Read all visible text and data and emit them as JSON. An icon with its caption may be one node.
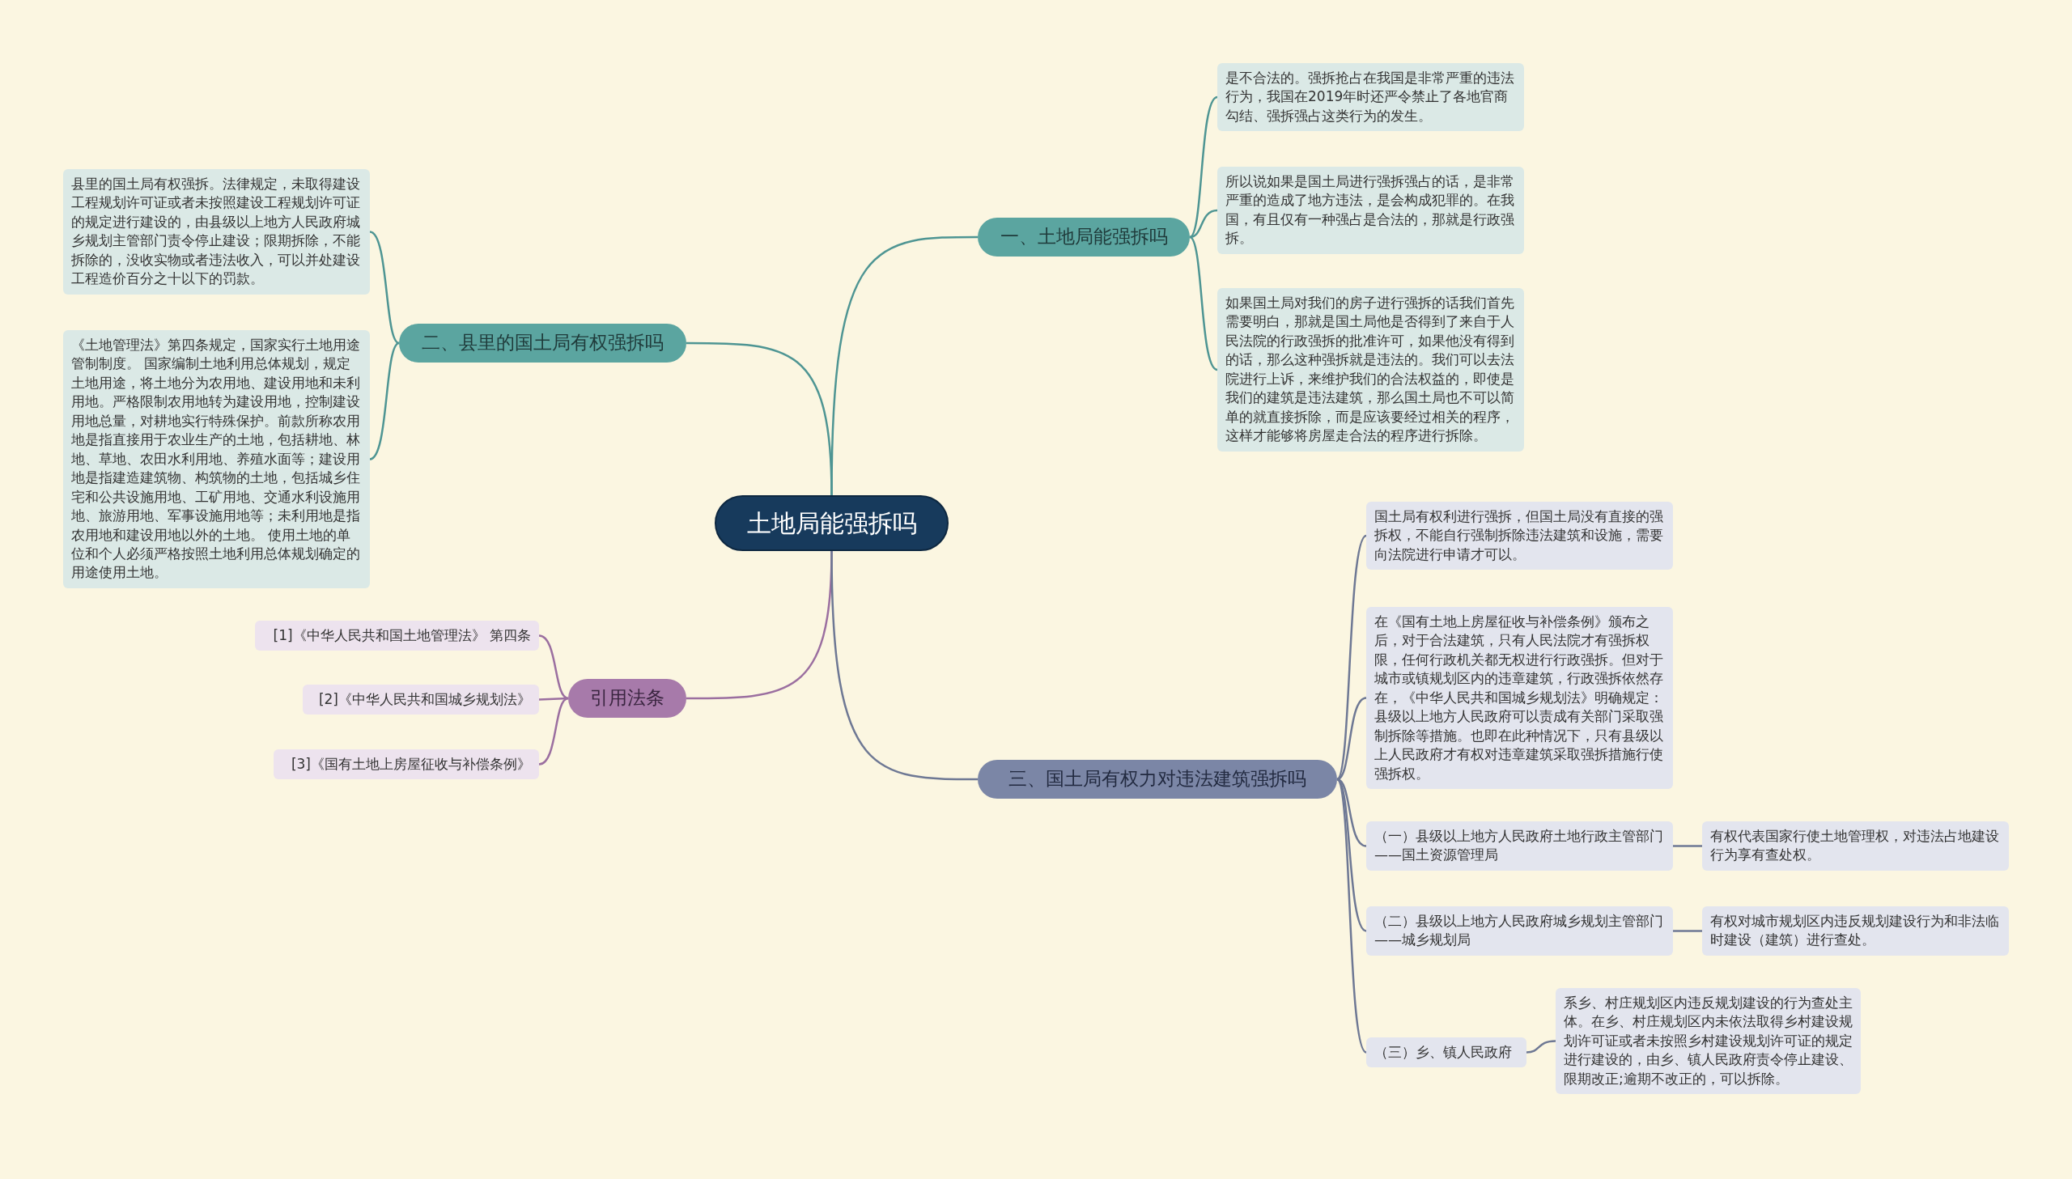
{
  "diagram": {
    "nodes": [
      {
        "text": [
          "土地局能强拆吗"
        ]
      },
      {
        "text": [
          "一、土地局能强拆吗"
        ]
      },
      {
        "text": [
          "是不合法的。强拆抢占在我国是非常严重的违法行为，我国在2019年时还严令禁止了各地官商勾结、强拆强占这类行为的发生。"
        ]
      },
      {
        "text": [
          "所以说如果是国土局进行强拆强占的话，是非常严重的造成了地方违法，是会构成犯罪的。在我国，有且仅有一种强占是合法的，那就是行政强拆。"
        ]
      },
      {
        "text": [
          "如果国土局对我们的房子进行强拆的话我们首先需要明白，那就是国土局他是否得到了来自于人民法院的行政强拆的批准许可，如果他没有得到的话，那么这种强拆就是违法的。我们可以去法院进行上诉，来维护我们的合法权益的，即使是我们的建筑是违法建筑，那么国土局也不可以简单的就直接拆除，而是应该要经过相关的程序，这样才能够将房屋走合法的程序进行拆除。"
        ]
      },
      {
        "text": [
          "二、县里的国土局有权强拆吗"
        ]
      },
      {
        "text": [
          "县里的国土局有权强拆。法律规定，未取得建设工程规划许可证或者未按照建设工程规划许可证的规定进行建设的，由县级以上地方人民政府城乡规划主管部门责令停止建设；限期拆除，不能拆除的，没收实物或者违法收入，可以并处建设工程造价百分之十以下的罚款。"
        ]
      },
      {
        "text": [
          "《土地管理法》第四条规定，国家实行土地用途管制制度。 国家编制土地利用总体规划，规定土地用途，将土地分为农用地、建设用地和未利用地。严格限制农用地转为建设用地，控制建设用地总量，对耕地实行特殊保护。前款所称农用地是指直接用于农业生产的土地，包括耕地、林地、草地、农田水利用地、养殖水面等；建设用地是指建造建筑物、构筑物的土地，包括城乡住宅和公共设施用地、工矿用地、交通水利设施用地、旅游用地、军事设施用地等；未利用地是指农用地和建设用地以外的土地。 使用土地的单位和个人必须严格按照土地利用总体规划确定的用途使用土地。"
        ]
      },
      {
        "text": [
          "引用法条"
        ]
      },
      {
        "text": [
          "[1]《中华人民共和国土地管理法》 第四条"
        ]
      },
      {
        "text": [
          "[2]《中华人民共和国城乡规划法》"
        ]
      },
      {
        "text": [
          "[3]《国有土地上房屋征收与补偿条例》"
        ]
      },
      {
        "text": [
          "三、国土局有权力对违法建筑强拆吗"
        ]
      },
      {
        "text": [
          "国土局有权利进行强拆，但国土局没有直接的强拆权，不能自行强制拆除违法建筑和设施，需要向法院进行申请才可以。"
        ]
      },
      {
        "text": [
          "在《国有土地上房屋征收与补偿条例》颁布之后，对于合法建筑，只有人民法院才有强拆权限，任何行政机关都无权进行行政强拆。但对于城市或镇规划区内的违章建筑，行政强拆依然存在，《中华人民共和国城乡规划法》明确规定：县级以上地方人民政府可以责成有关部门采取强制拆除等措施。也即在此种情况下，只有县级以上人民政府才有权对违章建筑采取强拆措施行使强拆权。"
        ]
      },
      {
        "text": [
          "（一）县级以上地方人民政府土地行政主管部门——国土资源管理局"
        ]
      },
      {
        "text": [
          "有权代表国家行使土地管理权，对违法占地建设行为享有查处权。"
        ]
      },
      {
        "text": [
          "（二）县级以上地方人民政府城乡规划主管部门——城乡规划局"
        ]
      },
      {
        "text": [
          "有权对城市规划区内违反规划建设行为和非法临时建设（建筑）进行查处。"
        ]
      },
      {
        "text": [
          "（三）乡、镇人民政府"
        ]
      },
      {
        "text": [
          "系乡、村庄规划区内违反规划建设的行为查处主体。在乡、村庄规划区内未依法取得乡村建设规划许可证或者未按照乡村建设规划许可证的规定进行建设的，由乡、镇人民政府责令停止建设、限期改正;逾期不改正的，可以拆除。"
        ]
      }
    ],
    "edges": [
      {
        "from": 0,
        "to": 1,
        "arrow": "none"
      },
      {
        "from": 1,
        "to": 2,
        "arrow": "none"
      },
      {
        "from": 1,
        "to": 3,
        "arrow": "none"
      },
      {
        "from": 1,
        "to": 4,
        "arrow": "none"
      },
      {
        "from": 0,
        "to": 5,
        "arrow": "none"
      },
      {
        "from": 5,
        "to": 6,
        "arrow": "none"
      },
      {
        "from": 5,
        "to": 7,
        "arrow": "none"
      },
      {
        "from": 0,
        "to": 8,
        "arrow": "none"
      },
      {
        "from": 8,
        "to": 9,
        "arrow": "none"
      },
      {
        "from": 8,
        "to": 10,
        "arrow": "none"
      },
      {
        "from": 8,
        "to": 11,
        "arrow": "none"
      },
      {
        "from": 0,
        "to": 12,
        "arrow": "none"
      },
      {
        "from": 12,
        "to": 13,
        "arrow": "none"
      },
      {
        "from": 12,
        "to": 14,
        "arrow": "none"
      },
      {
        "from": 12,
        "to": 15,
        "arrow": "none"
      },
      {
        "from": 15,
        "to": 16,
        "arrow": "none"
      },
      {
        "from": 12,
        "to": 17,
        "arrow": "none"
      },
      {
        "from": 17,
        "to": 18,
        "arrow": "none"
      },
      {
        "from": 12,
        "to": 19,
        "arrow": "none"
      },
      {
        "from": 19,
        "to": 20,
        "arrow": "none"
      }
    ]
  }
}
